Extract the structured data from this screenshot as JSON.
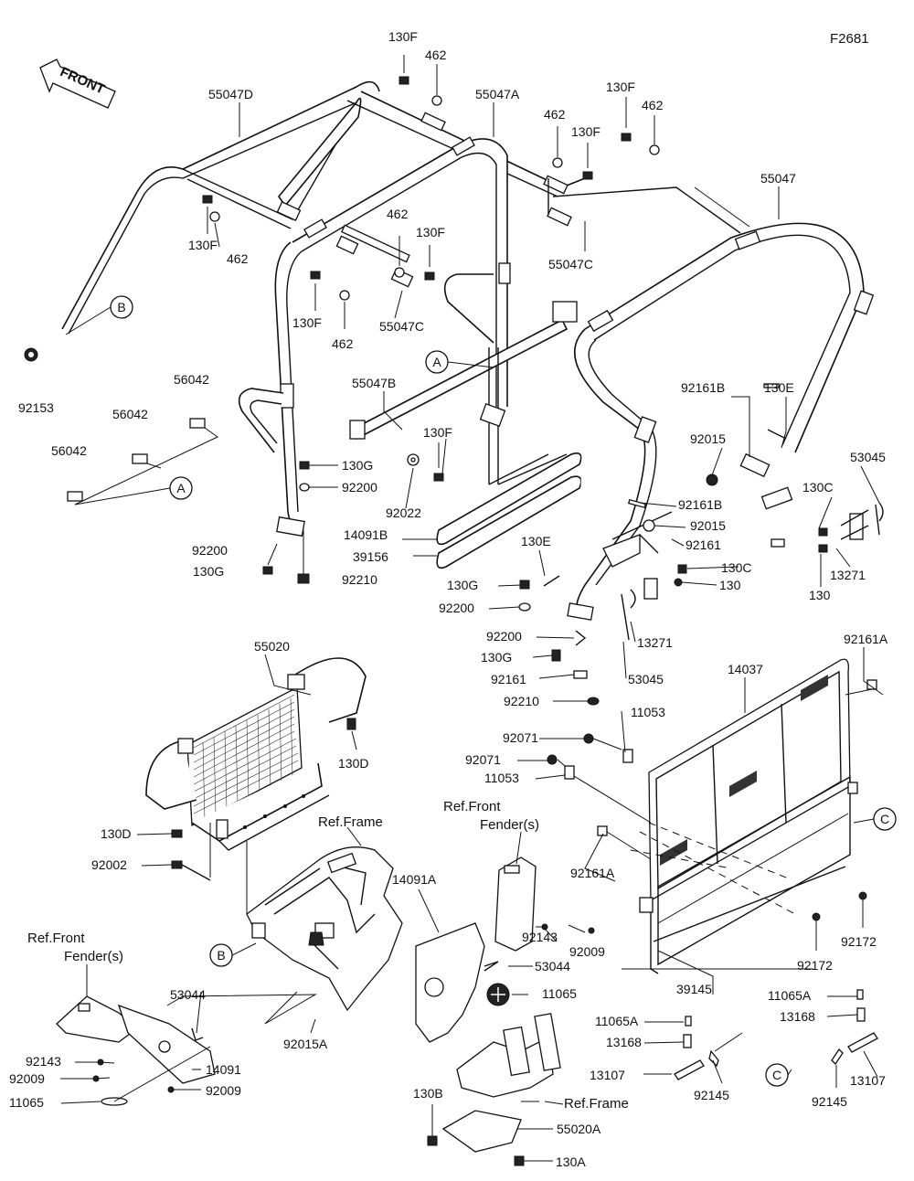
{
  "figure_code": "F2681",
  "front_label": "FRONT",
  "callouts": {
    "a": "A",
    "b": "B",
    "c": "C"
  },
  "refs": {
    "frame": "Ref.Frame",
    "front_fender_line1": "Ref.Front",
    "front_fender_line2": "Fender(s)"
  },
  "parts": {
    "p130F": "130F",
    "p462": "462",
    "p55047D": "55047D",
    "p55047A": "55047A",
    "p55047": "55047",
    "p55047C": "55047C",
    "p55047B": "55047B",
    "p92153": "92153",
    "p56042": "56042",
    "p130G": "130G",
    "p92200": "92200",
    "p92022": "92022",
    "p14091B": "14091B",
    "p39156": "39156",
    "p92210": "92210",
    "p92161B": "92161B",
    "p130E": "130E",
    "p92015": "92015",
    "p53045": "53045",
    "p130C": "130C",
    "p130": "130",
    "p92161": "92161",
    "p13271": "13271",
    "p55020": "55020",
    "p130D": "130D",
    "p92002": "92002",
    "p92015A": "92015A",
    "p14091A": "14091A",
    "p92143": "92143",
    "p92009": "92009",
    "p53044": "53044",
    "p11065": "11065",
    "p14091": "14091",
    "p130B": "130B",
    "p55020A": "55020A",
    "p130A": "130A",
    "p14037": "14037",
    "p92161A": "92161A",
    "p11053": "11053",
    "p92071": "92071",
    "p39145": "39145",
    "p92172": "92172",
    "p11065A": "11065A",
    "p13168": "13168",
    "p13107": "13107",
    "p92145": "92145"
  },
  "icons": [
    "front-arrow-icon",
    "bolt-icon",
    "washer-icon",
    "nut-icon",
    "pin-icon",
    "clip-icon"
  ]
}
